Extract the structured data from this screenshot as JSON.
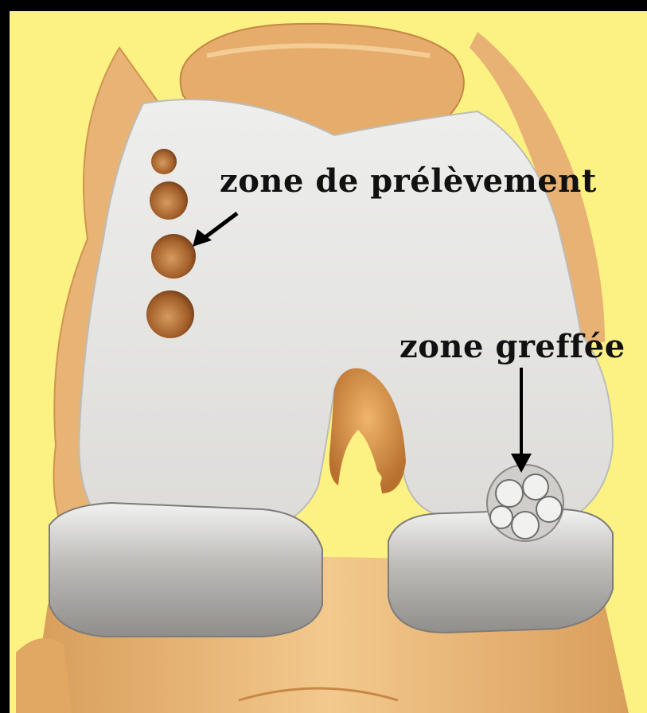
{
  "labels": {
    "harvest_zone": "zone de prélèvement",
    "grafted_zone": "zone greffée"
  },
  "colors": {
    "background": "#fcf183",
    "border": "#000000",
    "bone": "#e7e6e3",
    "cartilage_shadow": "#c9c8c4",
    "tissue": "#e3ad6b",
    "tissue_dark": "#c07a3c",
    "holes": "#9b5a26",
    "arrow": "#000000"
  },
  "icons": {
    "harvest_arrow": "arrow-down-left",
    "graft_arrow": "arrow-down"
  }
}
